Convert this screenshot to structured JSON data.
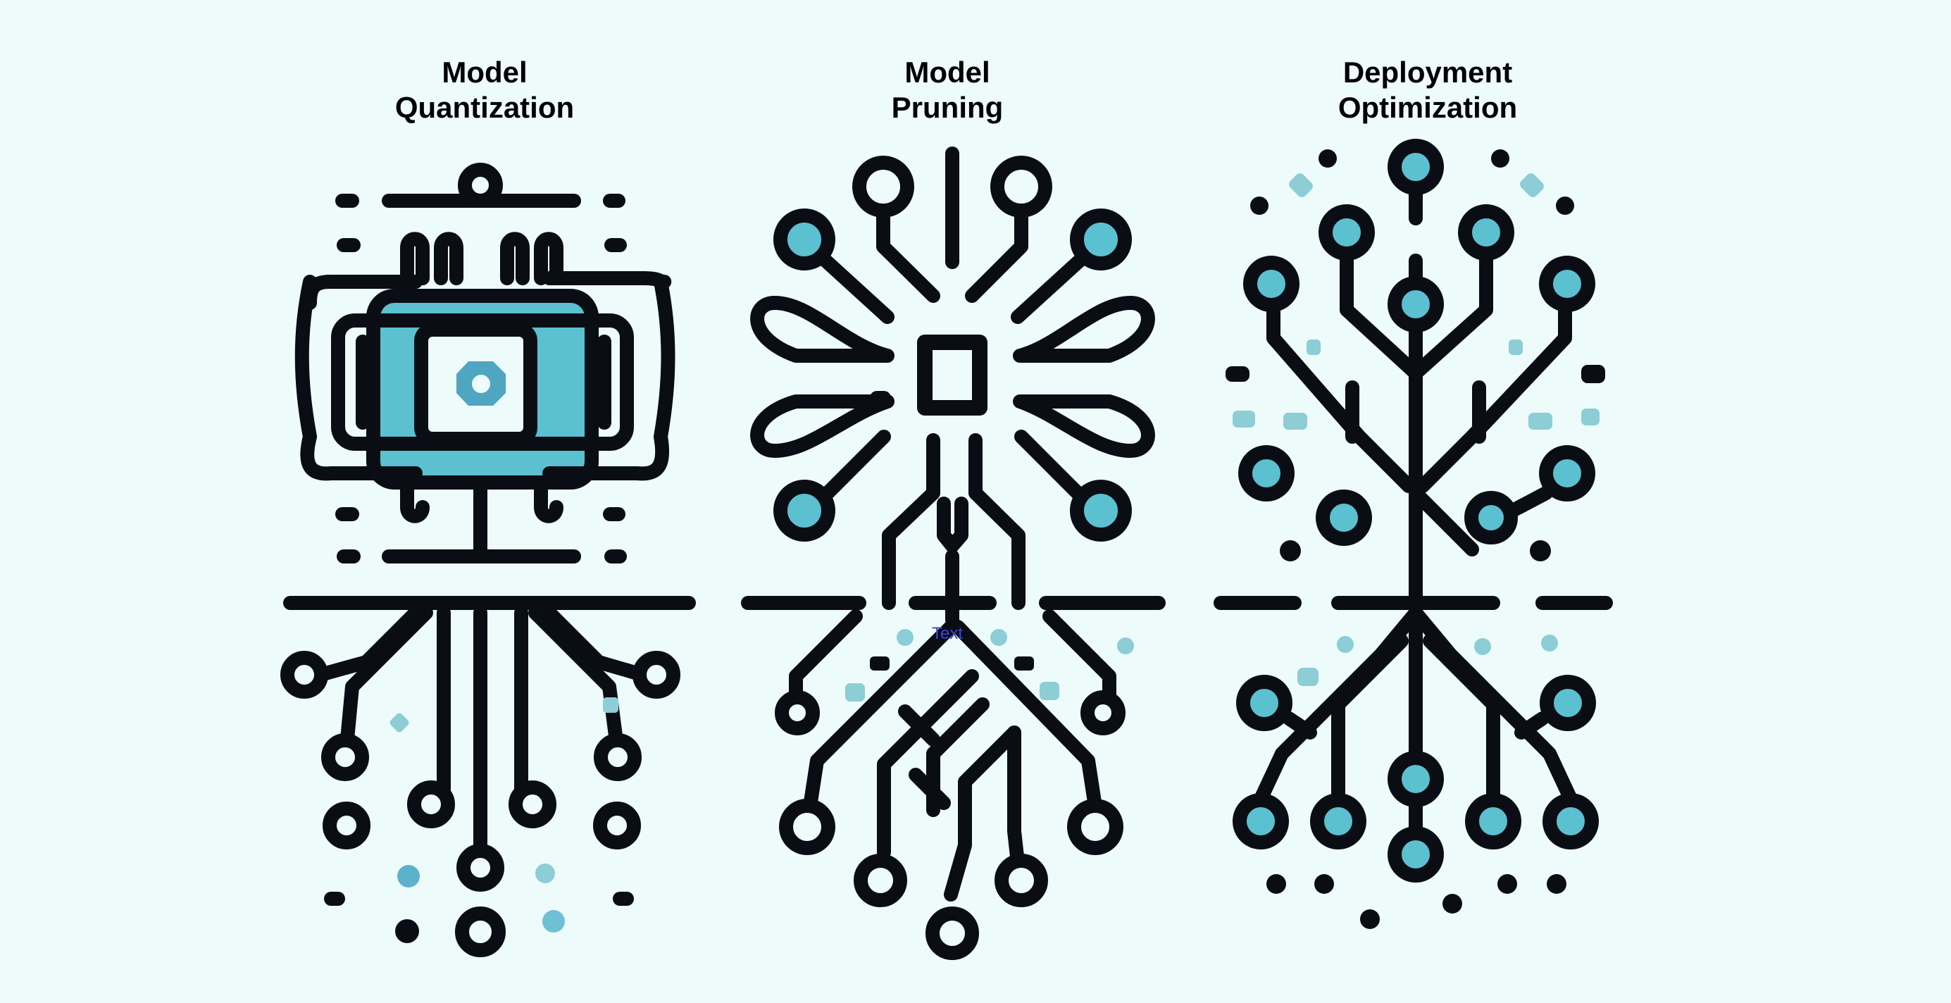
{
  "panels": [
    {
      "title_line1": "Model",
      "title_line2": "Quantization",
      "icon": "microchip-circuit-icon"
    },
    {
      "title_line1": "Model",
      "title_line2": "Pruning",
      "icon": "branching-circuit-icon"
    },
    {
      "title_line1": "Deployment",
      "title_line2": "Optimization",
      "icon": "circuit-tree-icon"
    }
  ],
  "stray_label": "Text",
  "colors": {
    "background": "#eefbfb",
    "stroke": "#0b0d14",
    "accent": "#5bc0cf",
    "accent_light": "#8ccdd6",
    "stray_text": "#3a46d8"
  }
}
